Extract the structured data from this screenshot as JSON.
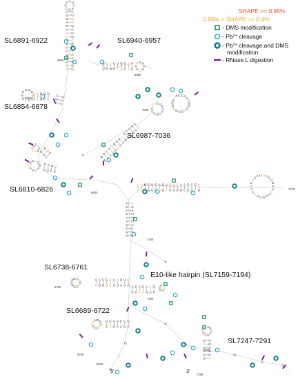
{
  "colors": {
    "shape_high": "#e8542f",
    "shape_mid": "#f5a623",
    "dms": "#1e8f5e",
    "pb": "#1aa6c7",
    "pb_dms": "#127f8c",
    "rnase": "#7b1f8c",
    "backbone": "#b9b9b9",
    "nucleotide": "#222222"
  },
  "legend": {
    "shape_high": "SHAPE >= 0.85%",
    "shape_mid": "0.85% > SHAPE >= 0.4%",
    "dms": "- DMS modification",
    "pb": "- Pb",
    "pb_sup": "2+",
    "pb_rest": " cleavage",
    "pb_dms_line1": "- Pb",
    "pb_dms_sup": "2+",
    "pb_dms_rest": " cleavage and DMS",
    "pb_dms_line2": "modification",
    "rnase": "- RNase L digestion"
  },
  "regions": [
    {
      "id": "sl6891",
      "label": "SL6891-6922"
    },
    {
      "id": "sl6940",
      "label": "SL6940-6957"
    },
    {
      "id": "sl6854",
      "label": "SL6854-6878"
    },
    {
      "id": "sl6987",
      "label": "SL6987-7036"
    },
    {
      "id": "sl6810",
      "label": "SL6810-6826"
    },
    {
      "id": "sl6738",
      "label": "SL6738-6761"
    },
    {
      "id": "e10",
      "label": "E10-like hairpin (SL7159-7194)"
    },
    {
      "id": "sl6689",
      "label": "SL6689-6722"
    },
    {
      "id": "sl7247",
      "label": "SL7247-7291"
    }
  ],
  "positions": [
    {
      "label": "6900"
    },
    {
      "label": "6950"
    },
    {
      "label": "6850"
    },
    {
      "label": "7000"
    },
    {
      "label": "6800"
    },
    {
      "label": "7100"
    },
    {
      "label": "7150"
    },
    {
      "label": "6750"
    },
    {
      "label": "7200"
    },
    {
      "label": "6700"
    },
    {
      "label": "6675"
    },
    {
      "label": "7250"
    },
    {
      "label": "7295"
    }
  ],
  "ends": {
    "five_prime": "5'",
    "three_prime": "3'"
  }
}
